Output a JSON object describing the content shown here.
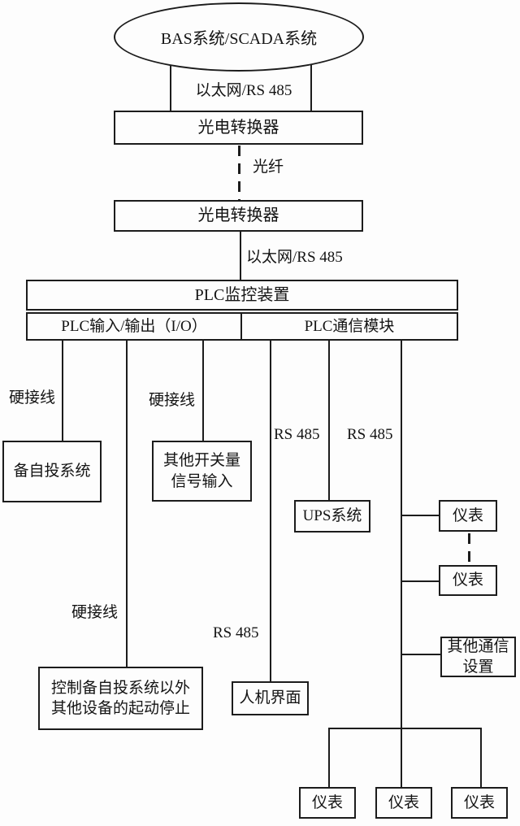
{
  "colors": {
    "line": "#1c1c1c",
    "background": "#fdfdfd",
    "text": "#141414"
  },
  "diagram": {
    "ellipse": "BAS系统/SCADA系统",
    "converter_top": "光电转换器",
    "converter_bottom": "光电转换器",
    "plc_main": "PLC监控装置",
    "plc_io": "PLC输入/输出（I/O）",
    "plc_comm": "PLC通信模块",
    "edge_labels": {
      "ethernet_top": "以太网/RS 485",
      "fiber": "光纤",
      "ethernet_bottom": "以太网/RS 485",
      "hardwire_left": "硬接线",
      "hardwire_mid": "硬接线",
      "hardwire_bottom": "硬接线",
      "rs485_ups": "RS 485",
      "rs485_bus": "RS 485",
      "rs485_hmi": "RS 485"
    },
    "nodes": {
      "backup_system": "备自投系统",
      "other_switch_input": "其他开关量\n信号输入",
      "ups": "UPS系统",
      "meter_r1": "仪表",
      "meter_r2": "仪表",
      "other_comm": "其他通信\n设置",
      "control_other": "控制备自投系统以外\n其他设备的起动停止",
      "hmi": "人机界面",
      "meter_b1": "仪表",
      "meter_b2": "仪表",
      "meter_b3": "仪表"
    }
  }
}
